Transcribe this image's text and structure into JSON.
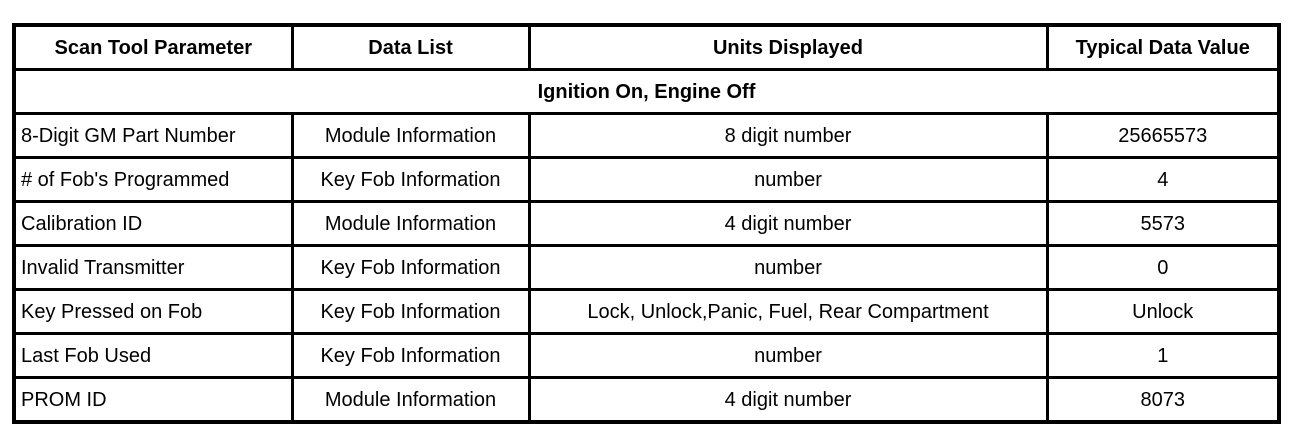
{
  "table": {
    "columns": [
      "Scan Tool Parameter",
      "Data List",
      "Units Displayed",
      "Typical Data Value"
    ],
    "section_header": "Ignition On, Engine Off",
    "rows": [
      {
        "parameter": "8-Digit GM Part Number",
        "data_list": "Module Information",
        "units": "8 digit number",
        "value": "25665573"
      },
      {
        "parameter": "# of Fob's Programmed",
        "data_list": "Key Fob Information",
        "units": "number",
        "value": "4"
      },
      {
        "parameter": "Calibration ID",
        "data_list": "Module Information",
        "units": "4 digit number",
        "value": "5573"
      },
      {
        "parameter": "Invalid Transmitter",
        "data_list": "Key Fob Information",
        "units": "number",
        "value": "0"
      },
      {
        "parameter": "Key Pressed on Fob",
        "data_list": "Key Fob Information",
        "units": "Lock, Unlock,Panic, Fuel, Rear Compartment",
        "value": "Unlock"
      },
      {
        "parameter": "Last Fob Used",
        "data_list": "Key Fob Information",
        "units": "number",
        "value": "1"
      },
      {
        "parameter": "PROM ID",
        "data_list": "Module Information",
        "units": "4 digit number",
        "value": "8073"
      }
    ],
    "colors": {
      "border": "#000000",
      "background": "#ffffff",
      "text": "#000000"
    }
  }
}
